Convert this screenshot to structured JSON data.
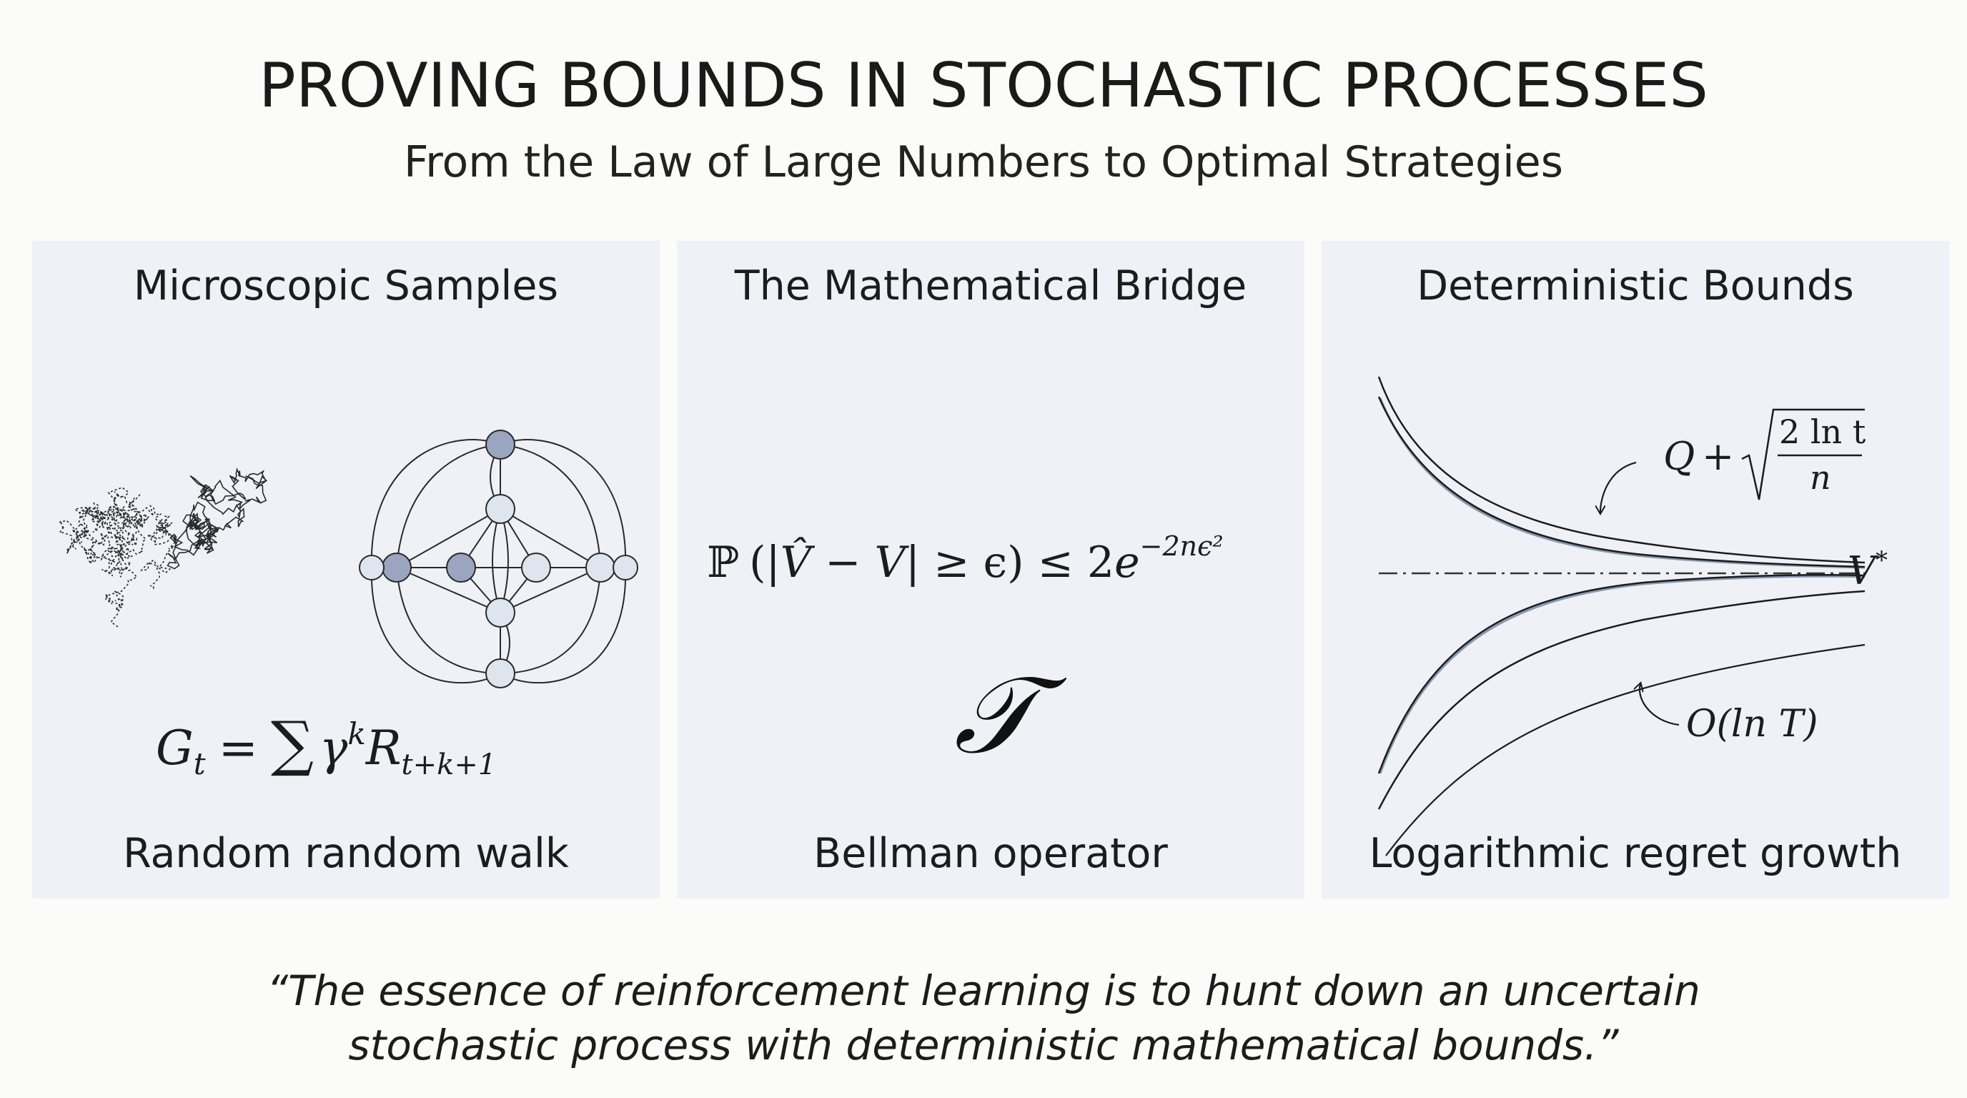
{
  "header": {
    "title": "PROVING BOUNDS IN STOCHASTIC PROCESSES",
    "subtitle": "From the Law of Large Numbers to Optimal Strategies"
  },
  "panels": [
    {
      "title": "Microscopic Samples",
      "caption": "Random random walk",
      "formula": {
        "lhs": "G",
        "lhs_sub": "t",
        "eq": "=",
        "sum": "∑",
        "gamma": "γ",
        "gamma_sup": "k",
        "r": "R",
        "r_sub": "t+k+1"
      }
    },
    {
      "title": "The Mathematical Bridge",
      "caption": "Bellman operator",
      "formula": {
        "prob": "ℙ",
        "open": "(|",
        "vhat": "V̂",
        "minus": " − ",
        "v": "V",
        "close": "| ≥ ϵ)",
        "le": " ≤ 2",
        "e": "e",
        "exp": "−2nϵ²"
      },
      "operator_symbol": "𝒯"
    },
    {
      "title": "Deterministic Bounds",
      "caption": "Logarithmic regret growth",
      "upper_label": {
        "q": "Q",
        "plus": "+",
        "num": "2 ln t",
        "den": "n"
      },
      "target_label": {
        "v": "V",
        "sup": "*"
      },
      "lower_label": "O(ln T)"
    }
  ],
  "quote": {
    "line1": "“The essence of reinforcement learning is to hunt down an uncertain",
    "line2": "stochastic process with deterministic mathematical bounds.”"
  },
  "colors": {
    "background": "#fbfbfa",
    "panel": "#eff1f6",
    "node_dark": "#9aa6bf",
    "node_light": "#dfe5ef",
    "curve_accent": "#5b7396"
  }
}
